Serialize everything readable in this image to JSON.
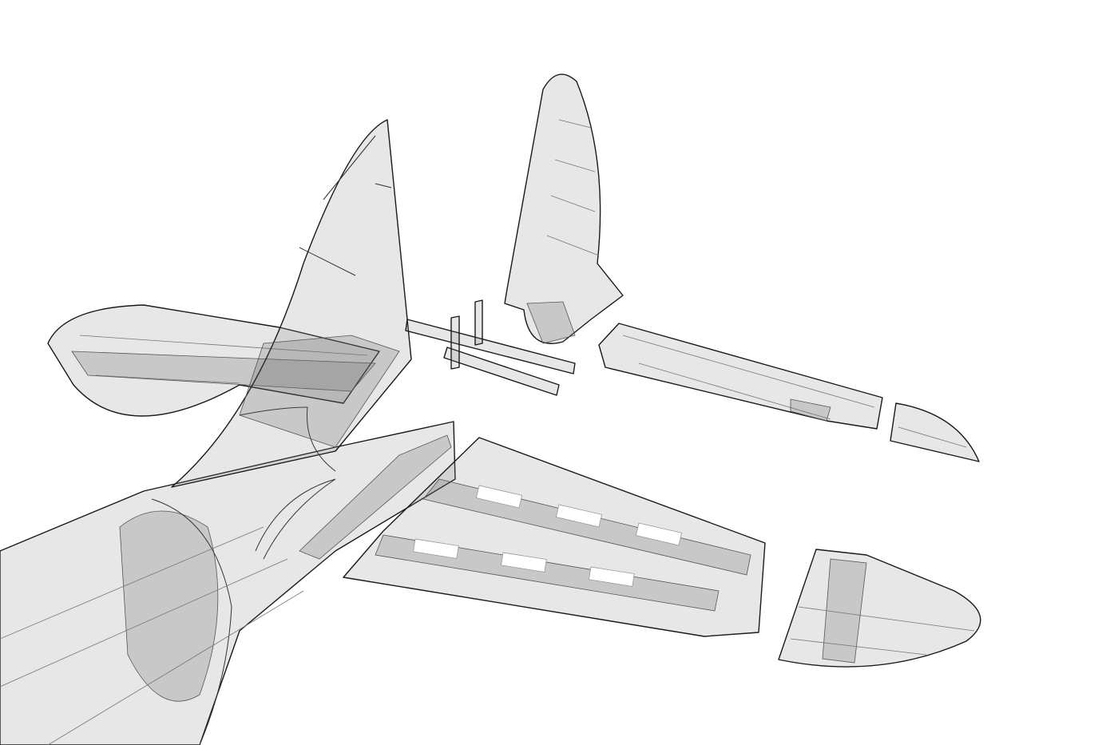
{
  "diagram": {
    "parts": [
      "fuselage-tail",
      "vertical-fin",
      "left-stabilizer",
      "rudder",
      "hinge-rods",
      "elevator",
      "elevator-tip",
      "right-stabilizer",
      "right-stabilizer-tip"
    ],
    "colors": {
      "outline": "#1a1a1a",
      "fill": "#c8c8c8",
      "background": "#ffffff"
    }
  }
}
